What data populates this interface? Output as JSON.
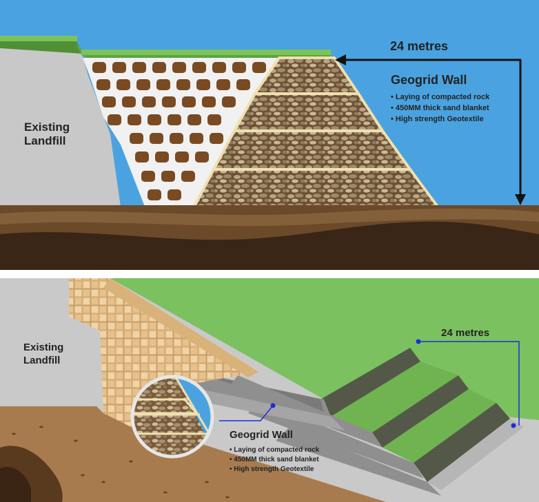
{
  "top_diagram": {
    "existing_label_line1": "Existing",
    "existing_label_line2": "Landfill",
    "height_label": "24 metres",
    "wall_title": "Geogrid Wall",
    "bullets": [
      "• Laying of compacted rock",
      "• 450MM thick sand blanket",
      "• High strength Geotextile"
    ]
  },
  "bottom_diagram": {
    "existing_label_line1": "Existing",
    "existing_label_line2": "Landfill",
    "height_label": "24 metres",
    "wall_title": "Geogrid Wall",
    "bullets": [
      "• Laying of compacted rock",
      "• 450MM thick sand blanket",
      "• High strength Geotextile"
    ]
  },
  "colors": {
    "sky": "#4aa3e0",
    "landfill": "#c8c8c8",
    "soil": "#6b4a2a",
    "soil_dark": "#3a2616",
    "grass": "#6ab04c",
    "arrow": "#111111",
    "dimension_line": "#1a2fd6"
  }
}
